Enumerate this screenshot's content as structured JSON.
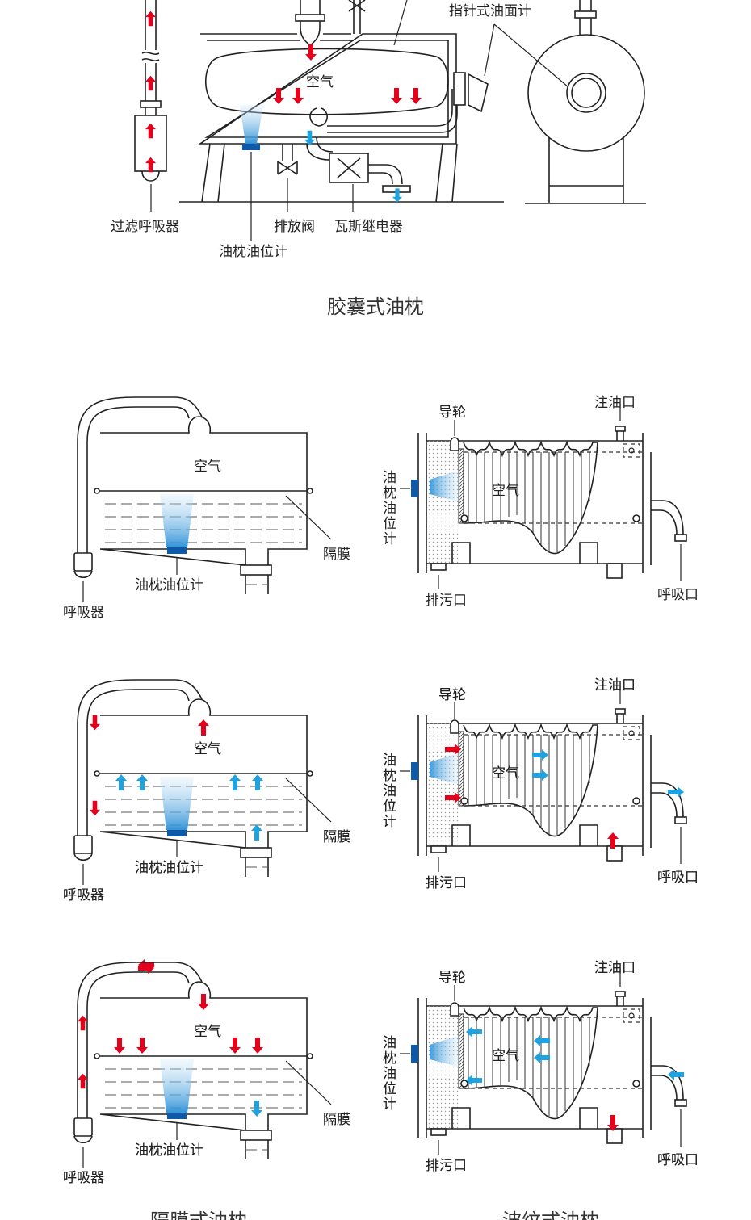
{
  "top_section": {
    "labels": {
      "pointer_gauge": "指针式油面计",
      "breather": "过滤呼吸器",
      "drain_valve": "排放阀",
      "gas_relay": "瓦斯继电器",
      "level_gauge": "油枕油位计",
      "air": "空气"
    },
    "caption": "胶囊式油枕"
  },
  "diaphragm_panel": {
    "air": "空气",
    "diaphragm": "隔膜",
    "level_gauge": "油枕油位计",
    "breather": "呼吸器"
  },
  "bellows_panel": {
    "guide_wheel": "导轮",
    "fill_port": "注油口",
    "level_gauge": "油枕油位计",
    "air": "空气",
    "drain_port": "排污口",
    "breath_port": "呼吸口"
  },
  "captions": {
    "diaphragm": "隔膜式油枕",
    "bellows": "波纹式油枕"
  },
  "colors": {
    "up_arrow": "#e5001c",
    "flow_arrow": "#1fa3e0",
    "gauge": "#0f5aa8"
  }
}
